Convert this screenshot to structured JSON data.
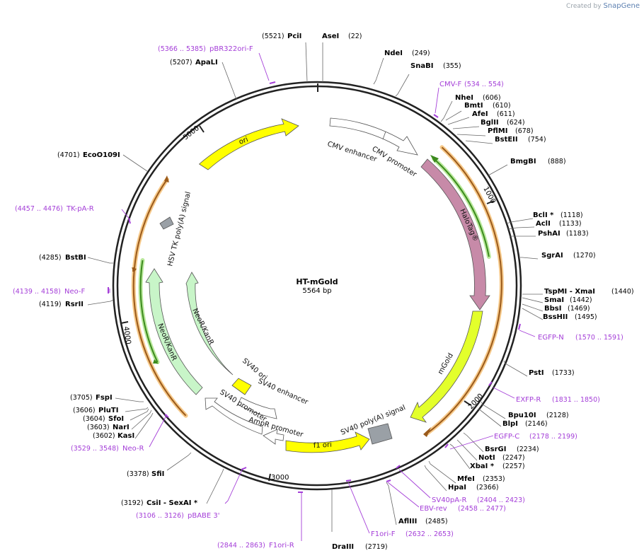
{
  "credit": {
    "prefix": "Created by",
    "brand": "SnapGene"
  },
  "plasmid": {
    "name": "HT-mGold",
    "length": "5564 bp"
  },
  "ticks": [
    "1000",
    "2000",
    "3000",
    "4000",
    "5000"
  ],
  "enzymes": [
    {
      "name": "PciI",
      "pos": "(5521)"
    },
    {
      "name": "AseI",
      "pos": "(22)"
    },
    {
      "name": "NdeI",
      "pos": "(249)"
    },
    {
      "name": "SnaBI",
      "pos": "(355)"
    },
    {
      "name": "NheI",
      "pos": "(606)"
    },
    {
      "name": "BmtI",
      "pos": "(610)"
    },
    {
      "name": "AfeI",
      "pos": "(611)"
    },
    {
      "name": "BglII",
      "pos": "(624)"
    },
    {
      "name": "PflMI",
      "pos": "(678)"
    },
    {
      "name": "BstEII",
      "pos": "(754)"
    },
    {
      "name": "BmgBI",
      "pos": "(888)"
    },
    {
      "name": "BclI *",
      "pos": "(1118)"
    },
    {
      "name": "AclI",
      "pos": "(1133)"
    },
    {
      "name": "PshAI",
      "pos": "(1183)"
    },
    {
      "name": "SgrAI",
      "pos": "(1270)"
    },
    {
      "name": "TspMI - XmaI",
      "pos": "(1440)"
    },
    {
      "name": "SmaI",
      "pos": "(1442)"
    },
    {
      "name": "BbsI",
      "pos": "(1469)"
    },
    {
      "name": "BssHII",
      "pos": "(1495)"
    },
    {
      "name": "PstI",
      "pos": "(1733)"
    },
    {
      "name": "Bpu10I",
      "pos": "(2128)"
    },
    {
      "name": "BlpI",
      "pos": "(2146)"
    },
    {
      "name": "BsrGI",
      "pos": "(2234)"
    },
    {
      "name": "NotI",
      "pos": "(2247)"
    },
    {
      "name": "XbaI *",
      "pos": "(2257)"
    },
    {
      "name": "MfeI",
      "pos": "(2353)"
    },
    {
      "name": "HpaI",
      "pos": "(2366)"
    },
    {
      "name": "AflIII",
      "pos": "(2485)"
    },
    {
      "name": "DraIII",
      "pos": "(2719)"
    },
    {
      "name": "CsiI - SexAI *",
      "pos": "(3192)"
    },
    {
      "name": "SfiI",
      "pos": "(3378)"
    },
    {
      "name": "KasI",
      "pos": "(3602)"
    },
    {
      "name": "NarI",
      "pos": "(3603)"
    },
    {
      "name": "SfoI",
      "pos": "(3604)"
    },
    {
      "name": "PluTI",
      "pos": "(3606)"
    },
    {
      "name": "FspI",
      "pos": "(3705)"
    },
    {
      "name": "RsrII",
      "pos": "(4119)"
    },
    {
      "name": "BstBI",
      "pos": "(4285)"
    },
    {
      "name": "EcoO109I",
      "pos": "(4701)"
    },
    {
      "name": "ApaLI",
      "pos": "(5207)"
    }
  ],
  "primers": [
    {
      "name": "pBR322ori-F",
      "range": "(5366 .. 5385)"
    },
    {
      "name": "CMV-F",
      "range": "(534 .. 554)"
    },
    {
      "name": "EGFP-N",
      "range": "(1570 .. 1591)"
    },
    {
      "name": "EXFP-R",
      "range": "(1831 .. 1850)"
    },
    {
      "name": "EGFP-C",
      "range": "(2178 .. 2199)"
    },
    {
      "name": "SV40pA-R",
      "range": "(2404 .. 2423)"
    },
    {
      "name": "EBV-rev",
      "range": "(2458 .. 2477)"
    },
    {
      "name": "F1ori-F",
      "range": "(2632 .. 2653)"
    },
    {
      "name": "F1ori-R",
      "range": "(2844 .. 2863)"
    },
    {
      "name": "pBABE 3'",
      "range": "(3106 .. 3126)"
    },
    {
      "name": "Neo-R",
      "range": "(3529 .. 3548)"
    },
    {
      "name": "Neo-F",
      "range": "(4139 .. 4158)"
    },
    {
      "name": "TK-pA-R",
      "range": "(4457 .. 4476)"
    }
  ],
  "features": [
    {
      "name": "ori",
      "color": "#ffff00"
    },
    {
      "name": "CMV enhancer",
      "color": "#ffffff"
    },
    {
      "name": "CMV promoter",
      "color": "#ffffff"
    },
    {
      "name": "HaloTag®",
      "color": "#c78aa8"
    },
    {
      "name": "mGold",
      "color": "#e3ff2b"
    },
    {
      "name": "SV40 poly(A) signal",
      "color": "#9aa0a6"
    },
    {
      "name": "f1 ori",
      "color": "#ffff00"
    },
    {
      "name": "AmpR promoter",
      "color": "#ffffff"
    },
    {
      "name": "SV40 promoter",
      "color": "#ffffff"
    },
    {
      "name": "SV40 enhancer",
      "color": "#ffffff"
    },
    {
      "name": "SV40 ori",
      "color": "#ffff00"
    },
    {
      "name": "NeoR/KanR",
      "color": "#c8f5c8"
    },
    {
      "name": "NeoR/KanR",
      "color": "#c8f5c8"
    },
    {
      "name": "HSV TK poly(A) signal",
      "color": "#9aa0a6"
    }
  ],
  "colors": {
    "backbone": "#222222",
    "enzyme_line": "#666666",
    "primer": "#a43ed8",
    "orf_orange": "#c7812b",
    "orf_green": "#3c8a1e"
  }
}
